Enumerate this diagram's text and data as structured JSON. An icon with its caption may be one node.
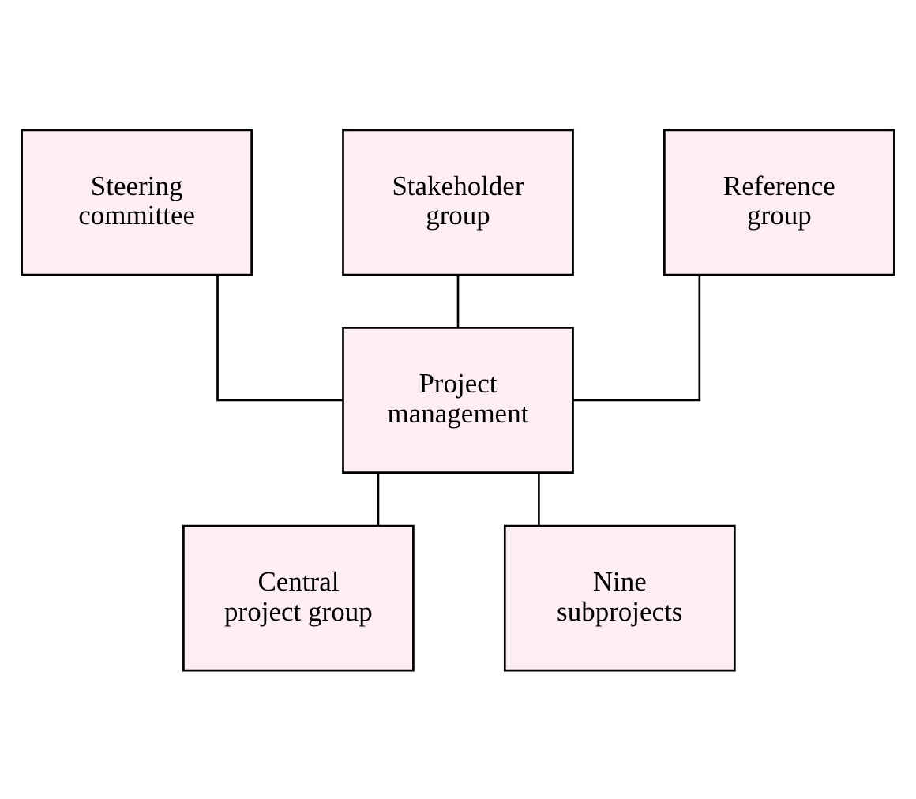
{
  "diagram": {
    "nodes": [
      {
        "text": [
          "Steering committee"
        ]
      },
      {
        "text": [
          "Stakeholder group"
        ]
      },
      {
        "text": [
          "Reference group"
        ]
      },
      {
        "text": [
          "Project management"
        ]
      },
      {
        "text": [
          "Central project group"
        ]
      },
      {
        "text": [
          "Nine subprojects"
        ]
      }
    ],
    "edges": [
      {
        "from": 0,
        "to": 3,
        "arrow": "none"
      },
      {
        "from": 1,
        "to": 3,
        "arrow": "none"
      },
      {
        "from": 2,
        "to": 3,
        "arrow": "none"
      },
      {
        "from": 3,
        "to": 5,
        "arrow": "none"
      },
      {
        "from": 3,
        "to": 4,
        "arrow": "none"
      }
    ]
  }
}
